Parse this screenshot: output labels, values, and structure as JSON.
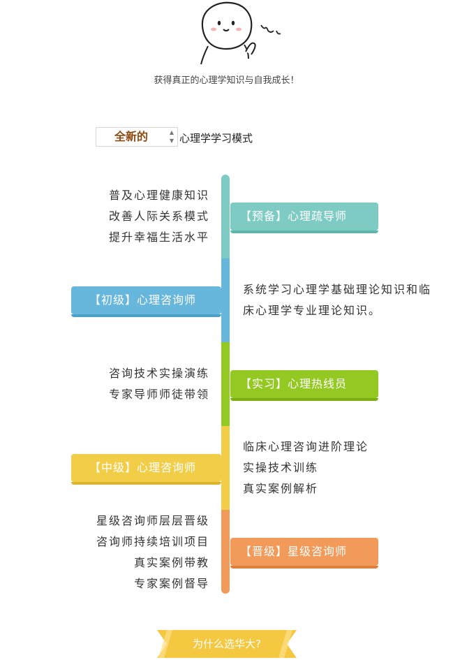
{
  "header": {
    "tagline": "获得真正的心理学知识与自我成长！"
  },
  "mode_selector": {
    "value": "全新的",
    "suffix": "心理学学习模式"
  },
  "levels": [
    {
      "tag": "【预备】心理疏导师",
      "color": "#7ecbc3",
      "shadow": "#5fb5ad",
      "details": [
        "普及心理健康知识",
        "改善人际关系模式",
        "提升幸福生活水平"
      ]
    },
    {
      "tag": "【初级】心理咨询师",
      "color": "#67b6dc",
      "shadow": "#4c9fc9",
      "details": [
        "系统学习心理学基础理论知识和临",
        "床心理学专业理论知识。"
      ]
    },
    {
      "tag": "【实习】心理热线员",
      "color": "#94c823",
      "shadow": "#7aae12",
      "details": [
        "咨询技术实操演练",
        "专家导师师徒带领"
      ]
    },
    {
      "tag": "【中级】心理咨询师",
      "color": "#f2cd48",
      "shadow": "#dcb530",
      "details": [
        "临床心理咨询进阶理论",
        "实操技术训练",
        "真实案例解析"
      ]
    },
    {
      "tag": "【晋级】星级咨询师",
      "color": "#f29a5a",
      "shadow": "#e07e3d",
      "details": [
        "星级咨询师层层晋级",
        "咨询师持续培训项目",
        "真实案例带教",
        "专家案例督导"
      ]
    }
  ],
  "footer": {
    "button_label": "为什么选华大?",
    "button_color": "#f5c842"
  }
}
